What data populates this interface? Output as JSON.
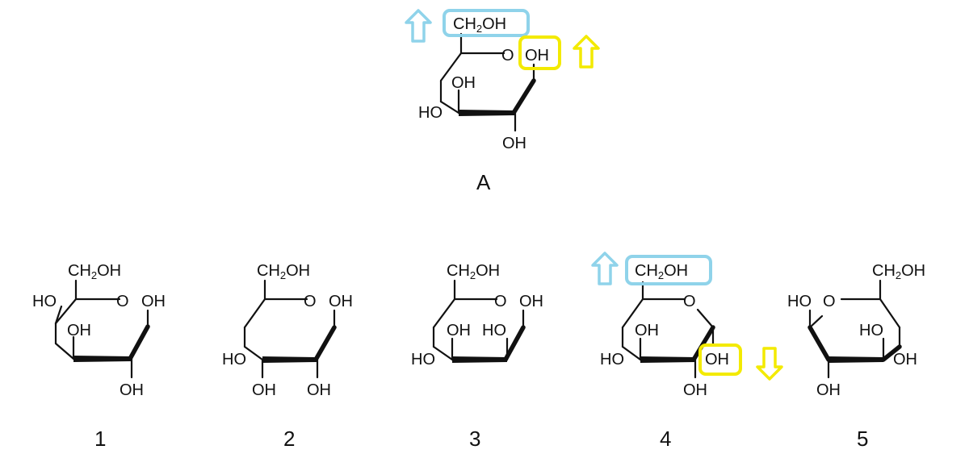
{
  "colors": {
    "ink": "#111111",
    "blue": "#8fd3ea",
    "yellow": "#f3ea00"
  },
  "labels": {
    "ch2": "CH",
    "sub2": "2",
    "oh_after": "OH",
    "oh": "OH",
    "ho": "HO",
    "o": "O"
  },
  "molecules": [
    {
      "caption": "A"
    },
    {
      "caption": "1"
    },
    {
      "caption": "2"
    },
    {
      "caption": "3"
    },
    {
      "caption": "4"
    },
    {
      "caption": "5"
    }
  ],
  "icons": [
    "up-arrow-icon",
    "down-arrow-icon"
  ]
}
